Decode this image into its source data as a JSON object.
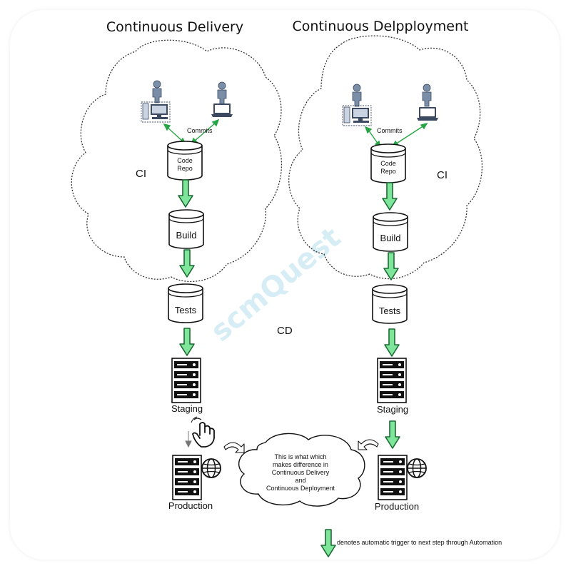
{
  "left": {
    "title": "Continuous Delivery",
    "ci_label": "CI",
    "commits_label": "Commits",
    "code_repo_line1": "Code",
    "code_repo_line2": "Repo",
    "build_label": "Build",
    "tests_label": "Tests",
    "staging_label": "Staging",
    "production_label": "Production"
  },
  "right": {
    "title": "Continuous Delpployment",
    "ci_label": "CI",
    "commits_label": "Commits",
    "code_repo_line1": "Code",
    "code_repo_line2": "Repo",
    "build_label": "Build",
    "tests_label": "Tests",
    "staging_label": "Staging",
    "production_label": "Production"
  },
  "cd_label": "CD",
  "watermark": "scmQuest",
  "note_cloud": {
    "lines": [
      "This is what which",
      "makes difference in",
      "Continuous Delivery",
      "and",
      "Continuous Deployment"
    ]
  },
  "legend": {
    "text": "denotes automatic trigger to next step through Automation"
  },
  "colors": {
    "arrow_fill": "#7ee59a",
    "arrow_stroke": "#1a6b32",
    "commit_arrow": "#27a545",
    "person": "#7a8ea8"
  },
  "icons": [
    "person-icon",
    "desktop-computer-icon",
    "laptop-icon",
    "database-icon",
    "server-rack-icon",
    "globe-icon",
    "hand-pointer-icon",
    "curved-arrow-icon",
    "green-arrow-icon"
  ]
}
